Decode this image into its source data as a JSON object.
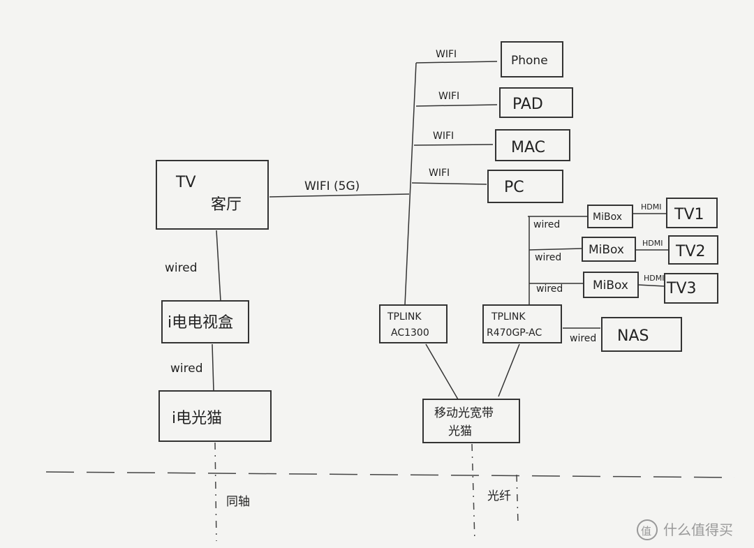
{
  "nodes": {
    "tv_title": "TV",
    "tv_room": "客厅",
    "stb": "i电电视盒",
    "cable_modem": "i电光猫",
    "phone": "Phone",
    "pad": "PAD",
    "mac": "MAC",
    "pc": "PC",
    "ac1300_line1": "TPLINK",
    "ac1300_line2": "AC1300",
    "r470_line1": "TPLINK",
    "r470_line2": "R470GP-AC",
    "nas": "NAS",
    "mibox1": "MiBox",
    "mibox2": "MiBox",
    "mibox3": "MiBox",
    "tv1": "TV1",
    "tv2": "TV2",
    "tv3": "TV3",
    "fiber_modem_line1": "移动光宽带",
    "fiber_modem_line2": "光猫"
  },
  "edges": {
    "wifi_5g": "WIFI (5G)",
    "wifi_phone": "WIFI",
    "wifi_pad": "WIFI",
    "wifi_mac": "WIFI",
    "wifi_pc": "WIFI",
    "wired_tv_stb": "wired",
    "wired_stb_modem": "wired",
    "wired_mibox1": "wired",
    "wired_mibox2": "wired",
    "wired_mibox3": "wired",
    "wired_nas": "wired",
    "hdmi1": "HDMI",
    "hdmi2": "HDMI",
    "hdmi3": "HDMI"
  },
  "media": {
    "coax": "同轴",
    "fiber": "光纤"
  },
  "watermark": {
    "text": "什么值得买",
    "logo": "值"
  }
}
